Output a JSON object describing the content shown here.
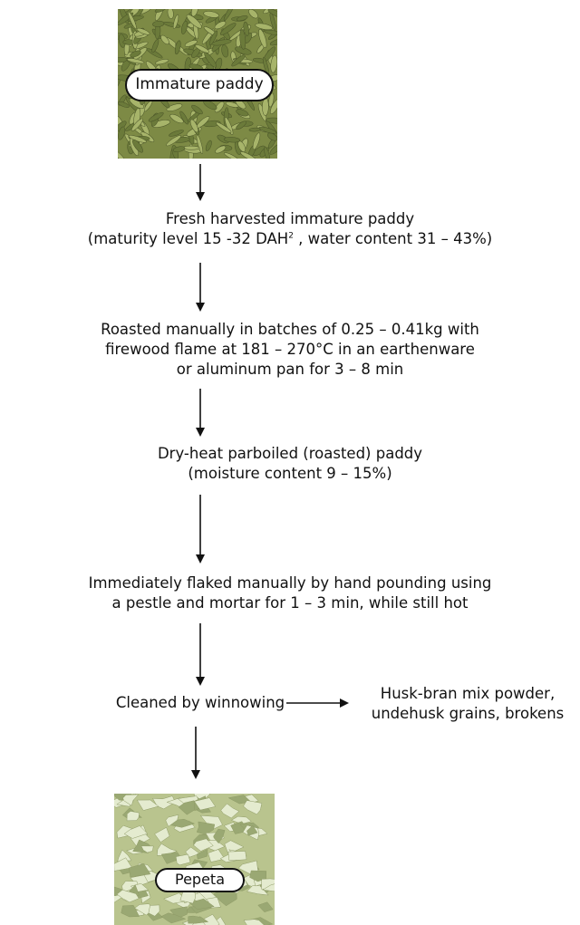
{
  "top_image": {
    "label": "Immature paddy"
  },
  "steps": [
    {
      "line1": "Fresh harvested immature paddy",
      "line2a": "(maturity level 15 -32 DAH",
      "line2sup": "2",
      "line2b": " , water content 31 – 43%)"
    },
    {
      "line1": "Roasted manually in batches of 0.25 – 0.41kg with",
      "line2": "firewood flame at 181 – 270°C in an earthenware",
      "line3": "or aluminum pan for 3 – 8 min"
    },
    {
      "line1": "Dry-heat parboiled (roasted) paddy",
      "line2": "(moisture content 9 – 15%)"
    },
    {
      "line1": "Immediately flaked manually by hand pounding using",
      "line2": "a pestle and mortar for 1 – 3 min, while still hot"
    },
    {
      "line1": "Cleaned by winnowing"
    }
  ],
  "byproduct": {
    "line1": "Husk-bran mix powder,",
    "line2": "undehusk grains, brokens"
  },
  "bottom_image": {
    "label": "Pepeta"
  },
  "colors": {
    "paddy_dark": "#6b7a3a",
    "paddy_light": "#a7b46a",
    "flake_light": "#e4ebcf",
    "flake_dark": "#9aa873",
    "arrow": "#111111"
  }
}
